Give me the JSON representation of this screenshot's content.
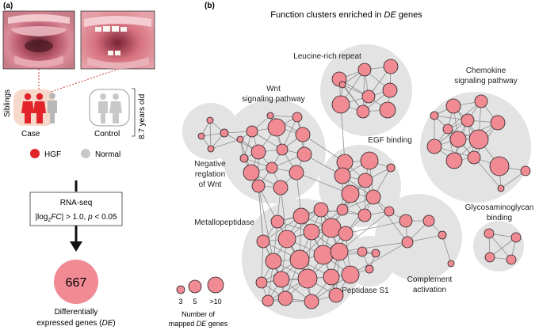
{
  "panel_a": {
    "label": "(a)",
    "photos": [
      "case-photo",
      "control-photo"
    ],
    "siblings_label": "Siblings",
    "case_label": "Case",
    "control_label": "Control",
    "age_label": "8.7 years old",
    "legend": [
      {
        "label": "HGF",
        "color": "#e2242a"
      },
      {
        "label": "Normal",
        "color": "#c8c8c8"
      }
    ],
    "rnaseq_title": "RNA-seq",
    "criteria": {
      "lead": "|log",
      "sub": "2",
      "fc": "FC",
      "rest": "| > 1.0, ",
      "p": "p",
      "p_rest": " < 0.05"
    },
    "de_count": "667",
    "de_label_line1": "Differentially",
    "de_label_line2": "expressed genes (",
    "de_label_de": "DE",
    "de_label_close": ")"
  },
  "panel_b": {
    "label": "(b)",
    "title_pre": "Function clusters enriched in ",
    "title_em": "DE",
    "title_post": " genes",
    "clusters": [
      {
        "id": "lrr",
        "label": [
          "Leucine-rich repeat"
        ]
      },
      {
        "id": "wnt",
        "label": [
          "Wnt",
          "signaling pathway"
        ]
      },
      {
        "id": "chemo",
        "label": [
          "Chemokine",
          "signaling pathway"
        ]
      },
      {
        "id": "negwnt",
        "label": [
          "Negative",
          "reglation",
          "of Wnt"
        ]
      },
      {
        "id": "egf",
        "label": [
          "EGF binding"
        ]
      },
      {
        "id": "gag",
        "label": [
          "Glycosaminoglycan",
          "binding"
        ]
      },
      {
        "id": "metallo",
        "label": [
          "Metallopeptidase"
        ]
      },
      {
        "id": "complement",
        "label": [
          "Complement",
          "activation"
        ]
      },
      {
        "id": "peptidase",
        "label": [
          "Peptidase S1"
        ]
      }
    ],
    "size_legend": {
      "values": [
        "3",
        "5",
        ">10"
      ],
      "caption_line1": "Number of",
      "caption_pre": "mapped ",
      "caption_em": "DE",
      "caption_post": " genes"
    },
    "node_color": "#f08a93",
    "cluster_color": "#e3e3e3"
  }
}
